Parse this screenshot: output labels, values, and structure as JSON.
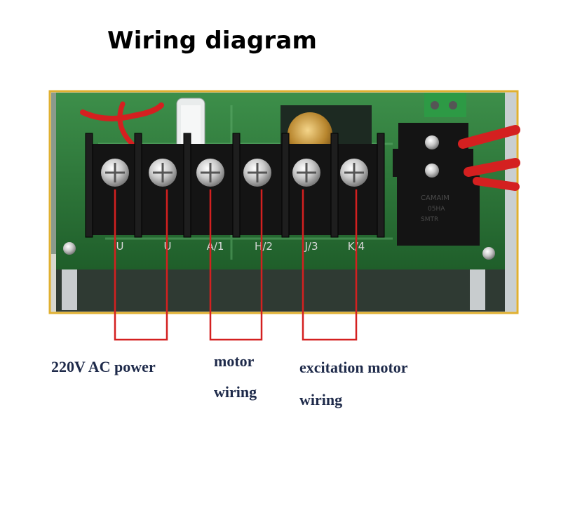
{
  "title": "Wiring diagram",
  "terminal_labels": [
    "U",
    "U",
    "A/1",
    "H/2",
    "J/3",
    "K/4"
  ],
  "captions": {
    "power": "220V AC power",
    "motor_line1": "motor",
    "motor_line2": "wiring",
    "excitation_line1": "excitation motor",
    "excitation_line2": "wiring"
  },
  "colors": {
    "frame": "#e0b030",
    "board": "#2e7d3a",
    "terminal": "#141414",
    "wire": "#d42020",
    "caption": "#1e2a4a"
  }
}
